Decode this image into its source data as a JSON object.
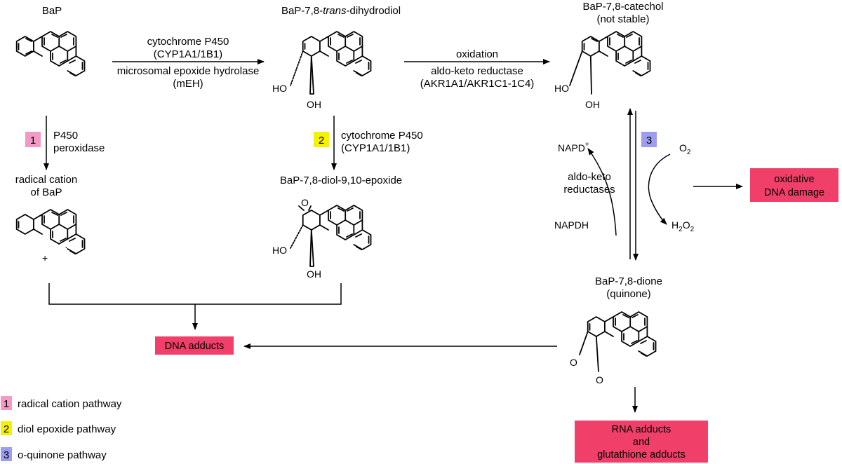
{
  "compounds": {
    "bap": "BaP",
    "dihydrodiol_prefix": "BaP-7,8-",
    "dihydrodiol_italic": "trans",
    "dihydrodiol_suffix": "-dihydrodiol",
    "catechol": "BaP-7,8-catechol",
    "catechol_note": "(not stable)",
    "radical_line1": "radical cation",
    "radical_line2": "of BaP",
    "diol_epoxide": "BaP-7,8-diol-9,10-epoxide",
    "dione": "BaP-7,8-dione",
    "dione_note": "(quinone)"
  },
  "atoms": {
    "ho": "HO",
    "oh": "OH",
    "o": "O",
    "plus": "+",
    "radical_dot": "·"
  },
  "enzymes": {
    "step1_top1": "cytochrome P450",
    "step1_top2": "(CYP1A1/1B1)",
    "step1_bot1": "microsomal epoxide hydrolase",
    "step1_bot2": "(mEH)",
    "step2_top": "oxidation",
    "step2_bot1": "aldo-keto reductase",
    "step2_bot2": "(AKR1A1/AKR1C1-1C4)",
    "p450_1": "P450",
    "p450_2": "peroxidase",
    "cyp_1": "cytochrome P450",
    "cyp_2": "(CYP1A1/1B1)",
    "akr_1": "aldo-keto",
    "akr_2": "reductases"
  },
  "cofactors": {
    "napd": "NAPD",
    "napd_sup": "+",
    "napdh": "NAPDH",
    "o2": "O",
    "o2_sub": "2",
    "h2o2_h": "H",
    "h2o2_2": "2",
    "h2o2_o": "O",
    "h2o2_2b": "2"
  },
  "badges": {
    "one": "1",
    "two": "2",
    "three": "3"
  },
  "outcomes": {
    "dna_adducts": "DNA adducts",
    "oxidative_1": "oxidative",
    "oxidative_2": "DNA damage",
    "rna_1": "RNA adducts",
    "rna_2": "and",
    "rna_3": "glutathione adducts"
  },
  "legend": [
    {
      "num": "1",
      "label": "radical cation pathway",
      "color": "#f29ac4"
    },
    {
      "num": "2",
      "label": "diol epoxide pathway",
      "color": "#f5f200"
    },
    {
      "num": "3",
      "label": "o-quinone pathway",
      "color": "#9d9df0"
    }
  ],
  "colors": {
    "outcome_box": "#f0406a",
    "badge1": "#f29ac4",
    "badge2": "#f5f200",
    "badge3": "#9d9df0"
  }
}
